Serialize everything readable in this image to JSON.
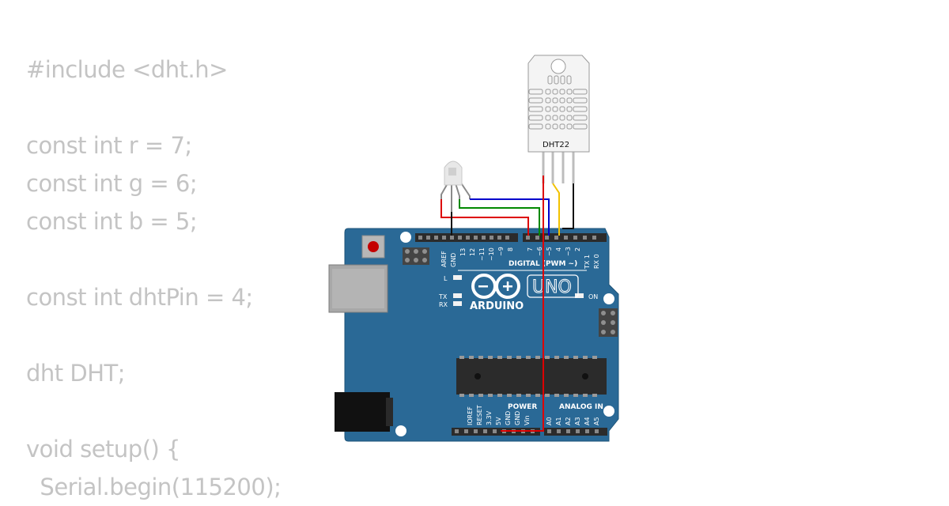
{
  "code": {
    "lines": [
      "#include <dht.h>",
      "",
      "const int r = 7;",
      "const int g = 6;",
      "const int b = 5;",
      "",
      "const int dhtPin = 4;",
      "",
      "dht DHT;",
      "",
      "void setup() {",
      "  Serial.begin(115200);"
    ]
  },
  "sensor": {
    "label": "DHT22"
  },
  "board": {
    "brand": "ARDUINO",
    "model": "UNO",
    "header_digital": "DIGITAL (PWM ~)",
    "header_power": "POWER",
    "header_analog": "ANALOG IN",
    "led_on": "ON",
    "led_l": "L",
    "led_tx": "TX",
    "led_rx": "RX",
    "digital_pins": [
      "AREF",
      "GND",
      "13",
      "12",
      "~11",
      "~10",
      "~9",
      "8",
      "7",
      "~6",
      "~5",
      "4",
      "~3",
      "2",
      "TX 1",
      "RX 0"
    ],
    "power_pins": [
      "IOREF",
      "RESET",
      "3.3V",
      "5V",
      "GND",
      "GND",
      "Vin"
    ],
    "analog_pins": [
      "A0",
      "A1",
      "A2",
      "A3",
      "A4",
      "A5"
    ]
  },
  "colors": {
    "board": "#2a6996",
    "wire_red": "#dd0000",
    "wire_green": "#008800",
    "wire_blue": "#0000cc",
    "wire_yellow": "#f2c200",
    "wire_black": "#111111",
    "code_text": "#c4c4c4"
  }
}
